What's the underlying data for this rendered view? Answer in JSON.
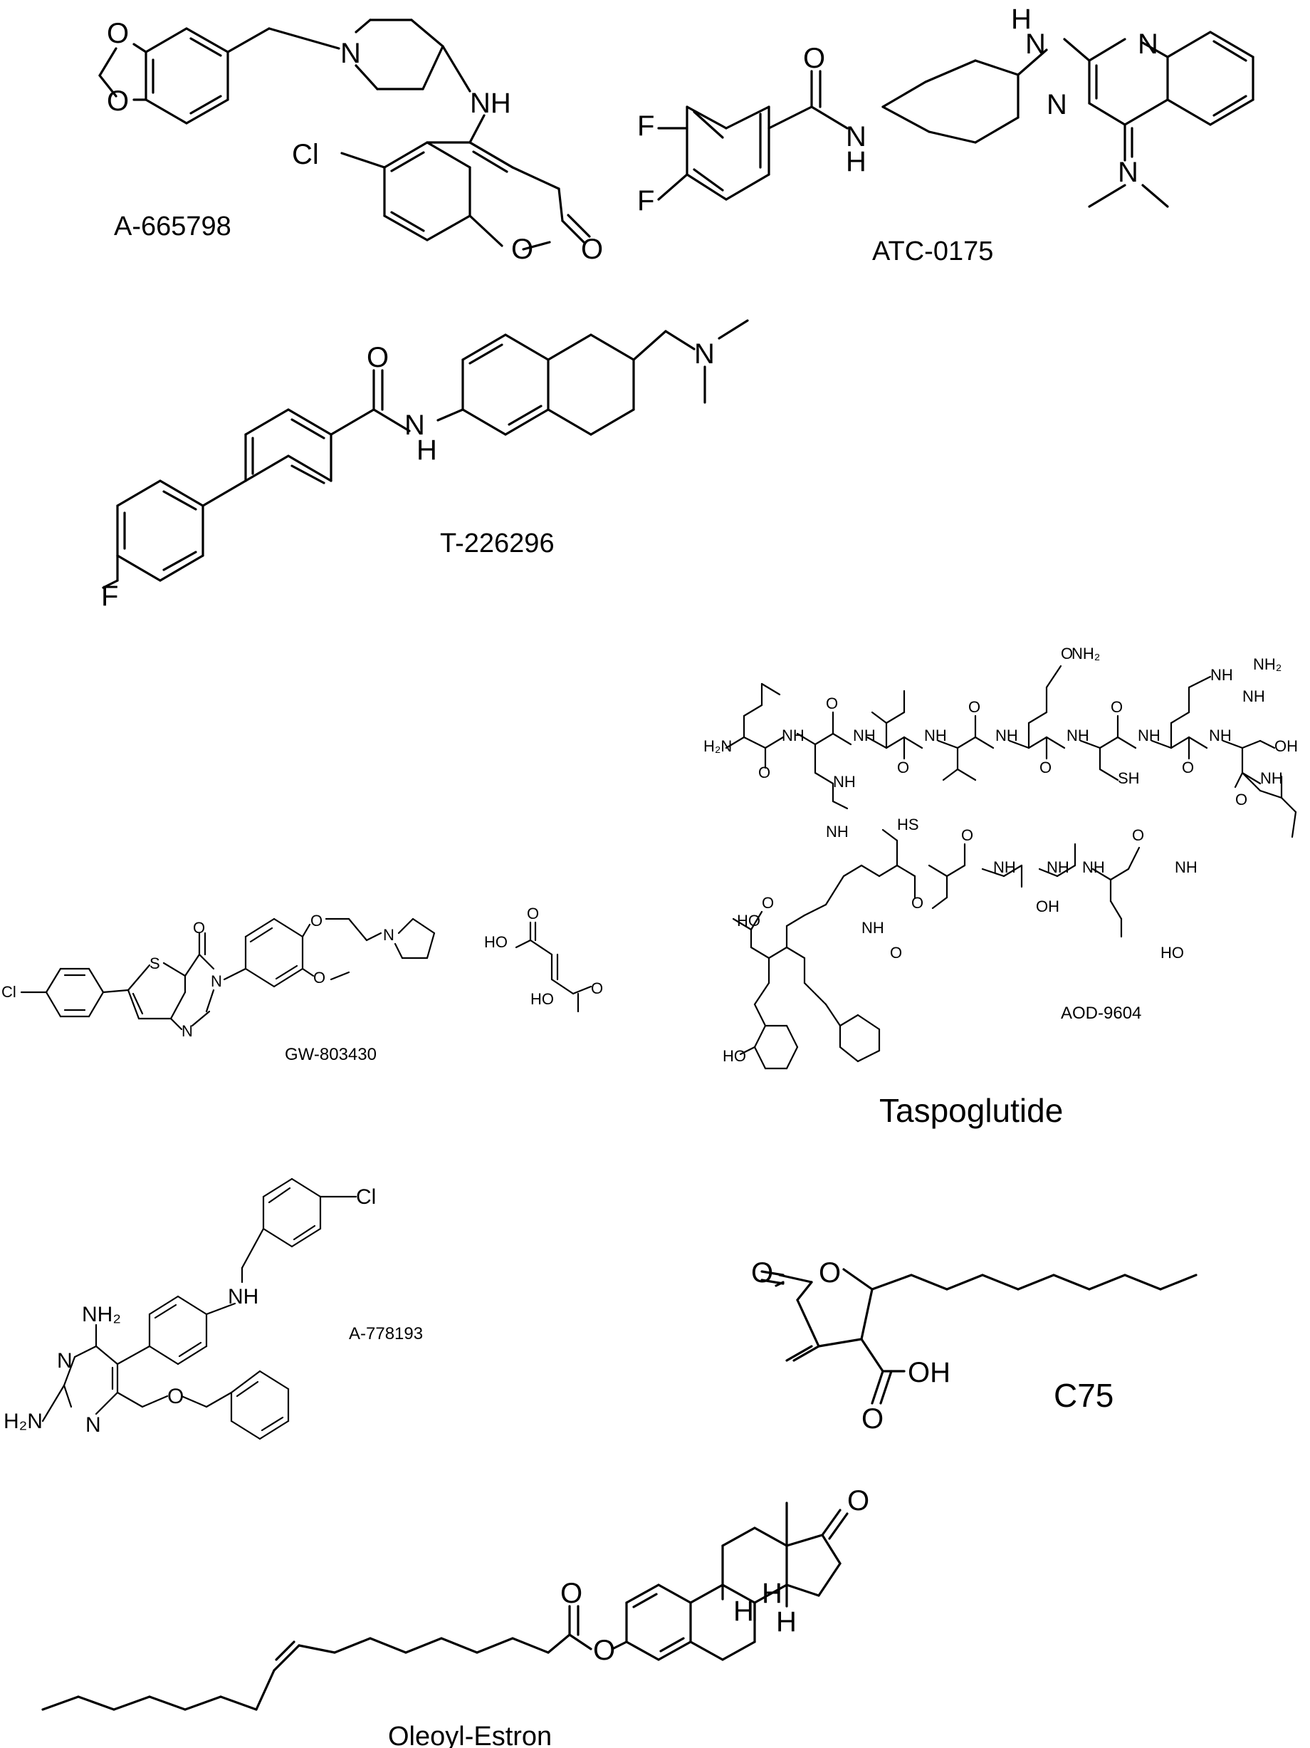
{
  "compounds": [
    {
      "id": "a665798",
      "name": "A-665798"
    },
    {
      "id": "atc0175",
      "name": "ATC-0175"
    },
    {
      "id": "t226296",
      "name": "T-226296"
    },
    {
      "id": "gw803430",
      "name": "GW-803430"
    },
    {
      "id": "aod9604",
      "name": "AOD-9604"
    },
    {
      "id": "taspoglutide",
      "name": "Taspoglutide"
    },
    {
      "id": "a778193",
      "name": "A-778193"
    },
    {
      "id": "c75",
      "name": "C75"
    },
    {
      "id": "oleoyl",
      "name": "Oleoyl-Estron"
    }
  ],
  "atoms": {
    "O": "O",
    "N": "N",
    "NH": "NH",
    "H": "H",
    "Cl": "Cl",
    "F": "F",
    "S": "S",
    "OH": "OH",
    "HO": "HO",
    "NH2": "NH₂",
    "H2N": "H₂N",
    "SH": "SH",
    "HS": "HS",
    "NH_short": "NH"
  }
}
